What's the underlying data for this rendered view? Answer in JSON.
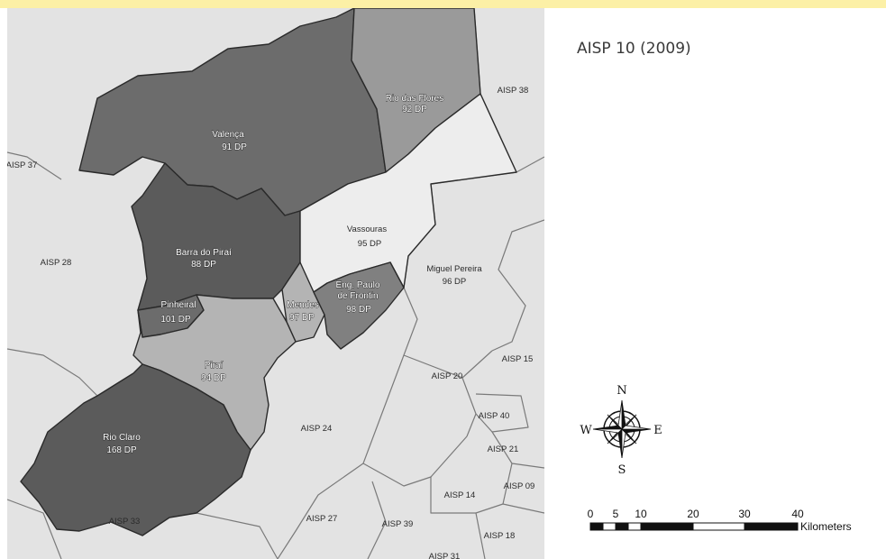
{
  "title": "AISP 10 (2009)",
  "municipalities": [
    {
      "id": "valenca",
      "name": "Valença",
      "dp": "91 DP"
    },
    {
      "id": "rio-das-flores",
      "name": "Rio das Flores",
      "dp": "92 DP"
    },
    {
      "id": "barra-do-pirai",
      "name": "Barra do Piraí",
      "dp": "88 DP"
    },
    {
      "id": "vassouras",
      "name": "Vassouras",
      "dp": "95 DP"
    },
    {
      "id": "pinheiral",
      "name": "Pinheiral",
      "dp": "101 DP"
    },
    {
      "id": "mendes",
      "name": "Mendes",
      "dp": "97 DP"
    },
    {
      "id": "eng-paulo-de-frontin",
      "name_line1": "Eng. Paulo",
      "name_line2": "de Frontin",
      "dp": "98 DP"
    },
    {
      "id": "miguel-pereira",
      "name": "Miguel Pereira",
      "dp": "96 DP"
    },
    {
      "id": "pirai",
      "name": "Piraí",
      "dp": "94 DP"
    },
    {
      "id": "rio-claro",
      "name": "Rio Claro",
      "dp": "168 DP"
    }
  ],
  "neighbor_labels": {
    "aisp_38": "AISP 38",
    "aisp_37": "AISP 37",
    "aisp_28": "AISP 28",
    "aisp_15": "AISP 15",
    "aisp_20": "AISP 20",
    "aisp_40": "AISP 40",
    "aisp_24": "AISP 24",
    "aisp_21": "AISP 21",
    "aisp_09": "AISP 09",
    "aisp_14": "AISP 14",
    "aisp_33": "AISP 33",
    "aisp_27": "AISP 27",
    "aisp_39": "AISP 39",
    "aisp_18": "AISP 18",
    "aisp_31": "AISP 31"
  },
  "compass": {
    "n": "N",
    "s": "S",
    "e": "E",
    "w": "W"
  },
  "scale": {
    "ticks": [
      "0",
      "5",
      "10",
      "20",
      "30",
      "40"
    ],
    "unit": "Kilometers"
  },
  "colors": {
    "top_band": "#fcf0a6",
    "neighbor_fill": "#e3e3e3",
    "darkest": "#5b5b5b",
    "dark": "#6c6c6c",
    "medium": "#808080",
    "light_medium": "#9a9a9a",
    "light": "#b4b4b4",
    "lightest": "#ededed"
  }
}
